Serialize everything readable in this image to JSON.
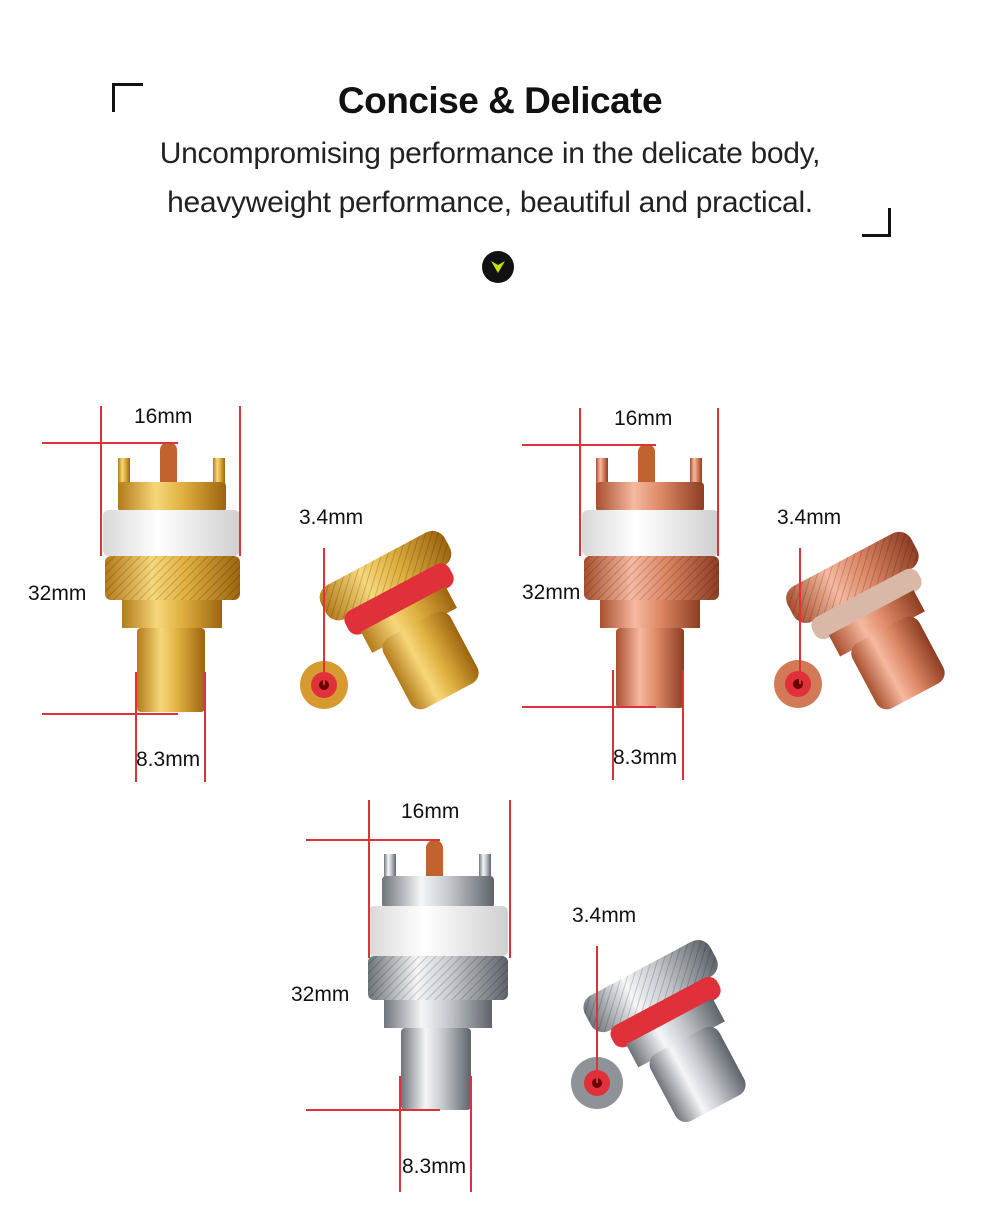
{
  "header": {
    "title": "Concise & Delicate",
    "subtitle_line1": "Uncompromising performance in the delicate body,",
    "subtitle_line2": "heavyweight performance, beautiful and practical.",
    "down_icon": "chevron-down-icon",
    "accent_color": "#c8e000"
  },
  "products": {
    "gold": {
      "width_label": "16mm",
      "height_label": "32mm",
      "base_label": "8.3mm",
      "pin_label": "3.4mm",
      "finish_color": "#d9a83a"
    },
    "copper": {
      "width_label": "16mm",
      "height_label": "32mm",
      "base_label": "8.3mm",
      "pin_label": "3.4mm",
      "finish_color": "#d98463"
    },
    "silver": {
      "width_label": "16mm",
      "height_label": "32mm",
      "base_label": "8.3mm",
      "pin_label": "3.4mm",
      "finish_color": "#b8bcc2"
    }
  },
  "colors": {
    "dimension_line": "#e0303a",
    "insulator": "#e23030",
    "washer": "#f2f2f2"
  }
}
